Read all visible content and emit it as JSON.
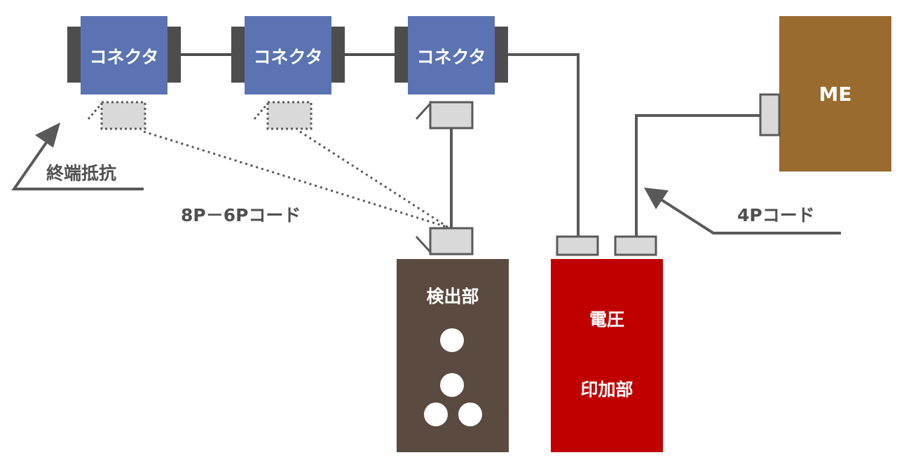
{
  "connectors": [
    {
      "label": "コネクタ"
    },
    {
      "label": "コネクタ"
    },
    {
      "label": "コネクタ"
    }
  ],
  "me": {
    "label": "ME"
  },
  "detector": {
    "label": "検出部"
  },
  "voltage_unit": {
    "line1": "電圧",
    "line2": "印加部"
  },
  "annotations": {
    "terminator": "終端抵抗",
    "cord_8p6p": "8P－6Pコード",
    "cord_4p": "4Pコード"
  },
  "colors": {
    "connector_blue": "#5b73b3",
    "connector_cap": "#4d4d4d",
    "me_brown": "#9a6b2f",
    "detector_brown": "#5a4a40",
    "voltage_red": "#c00000",
    "plug_gray": "#d9d9d9",
    "line_gray": "#595959"
  }
}
